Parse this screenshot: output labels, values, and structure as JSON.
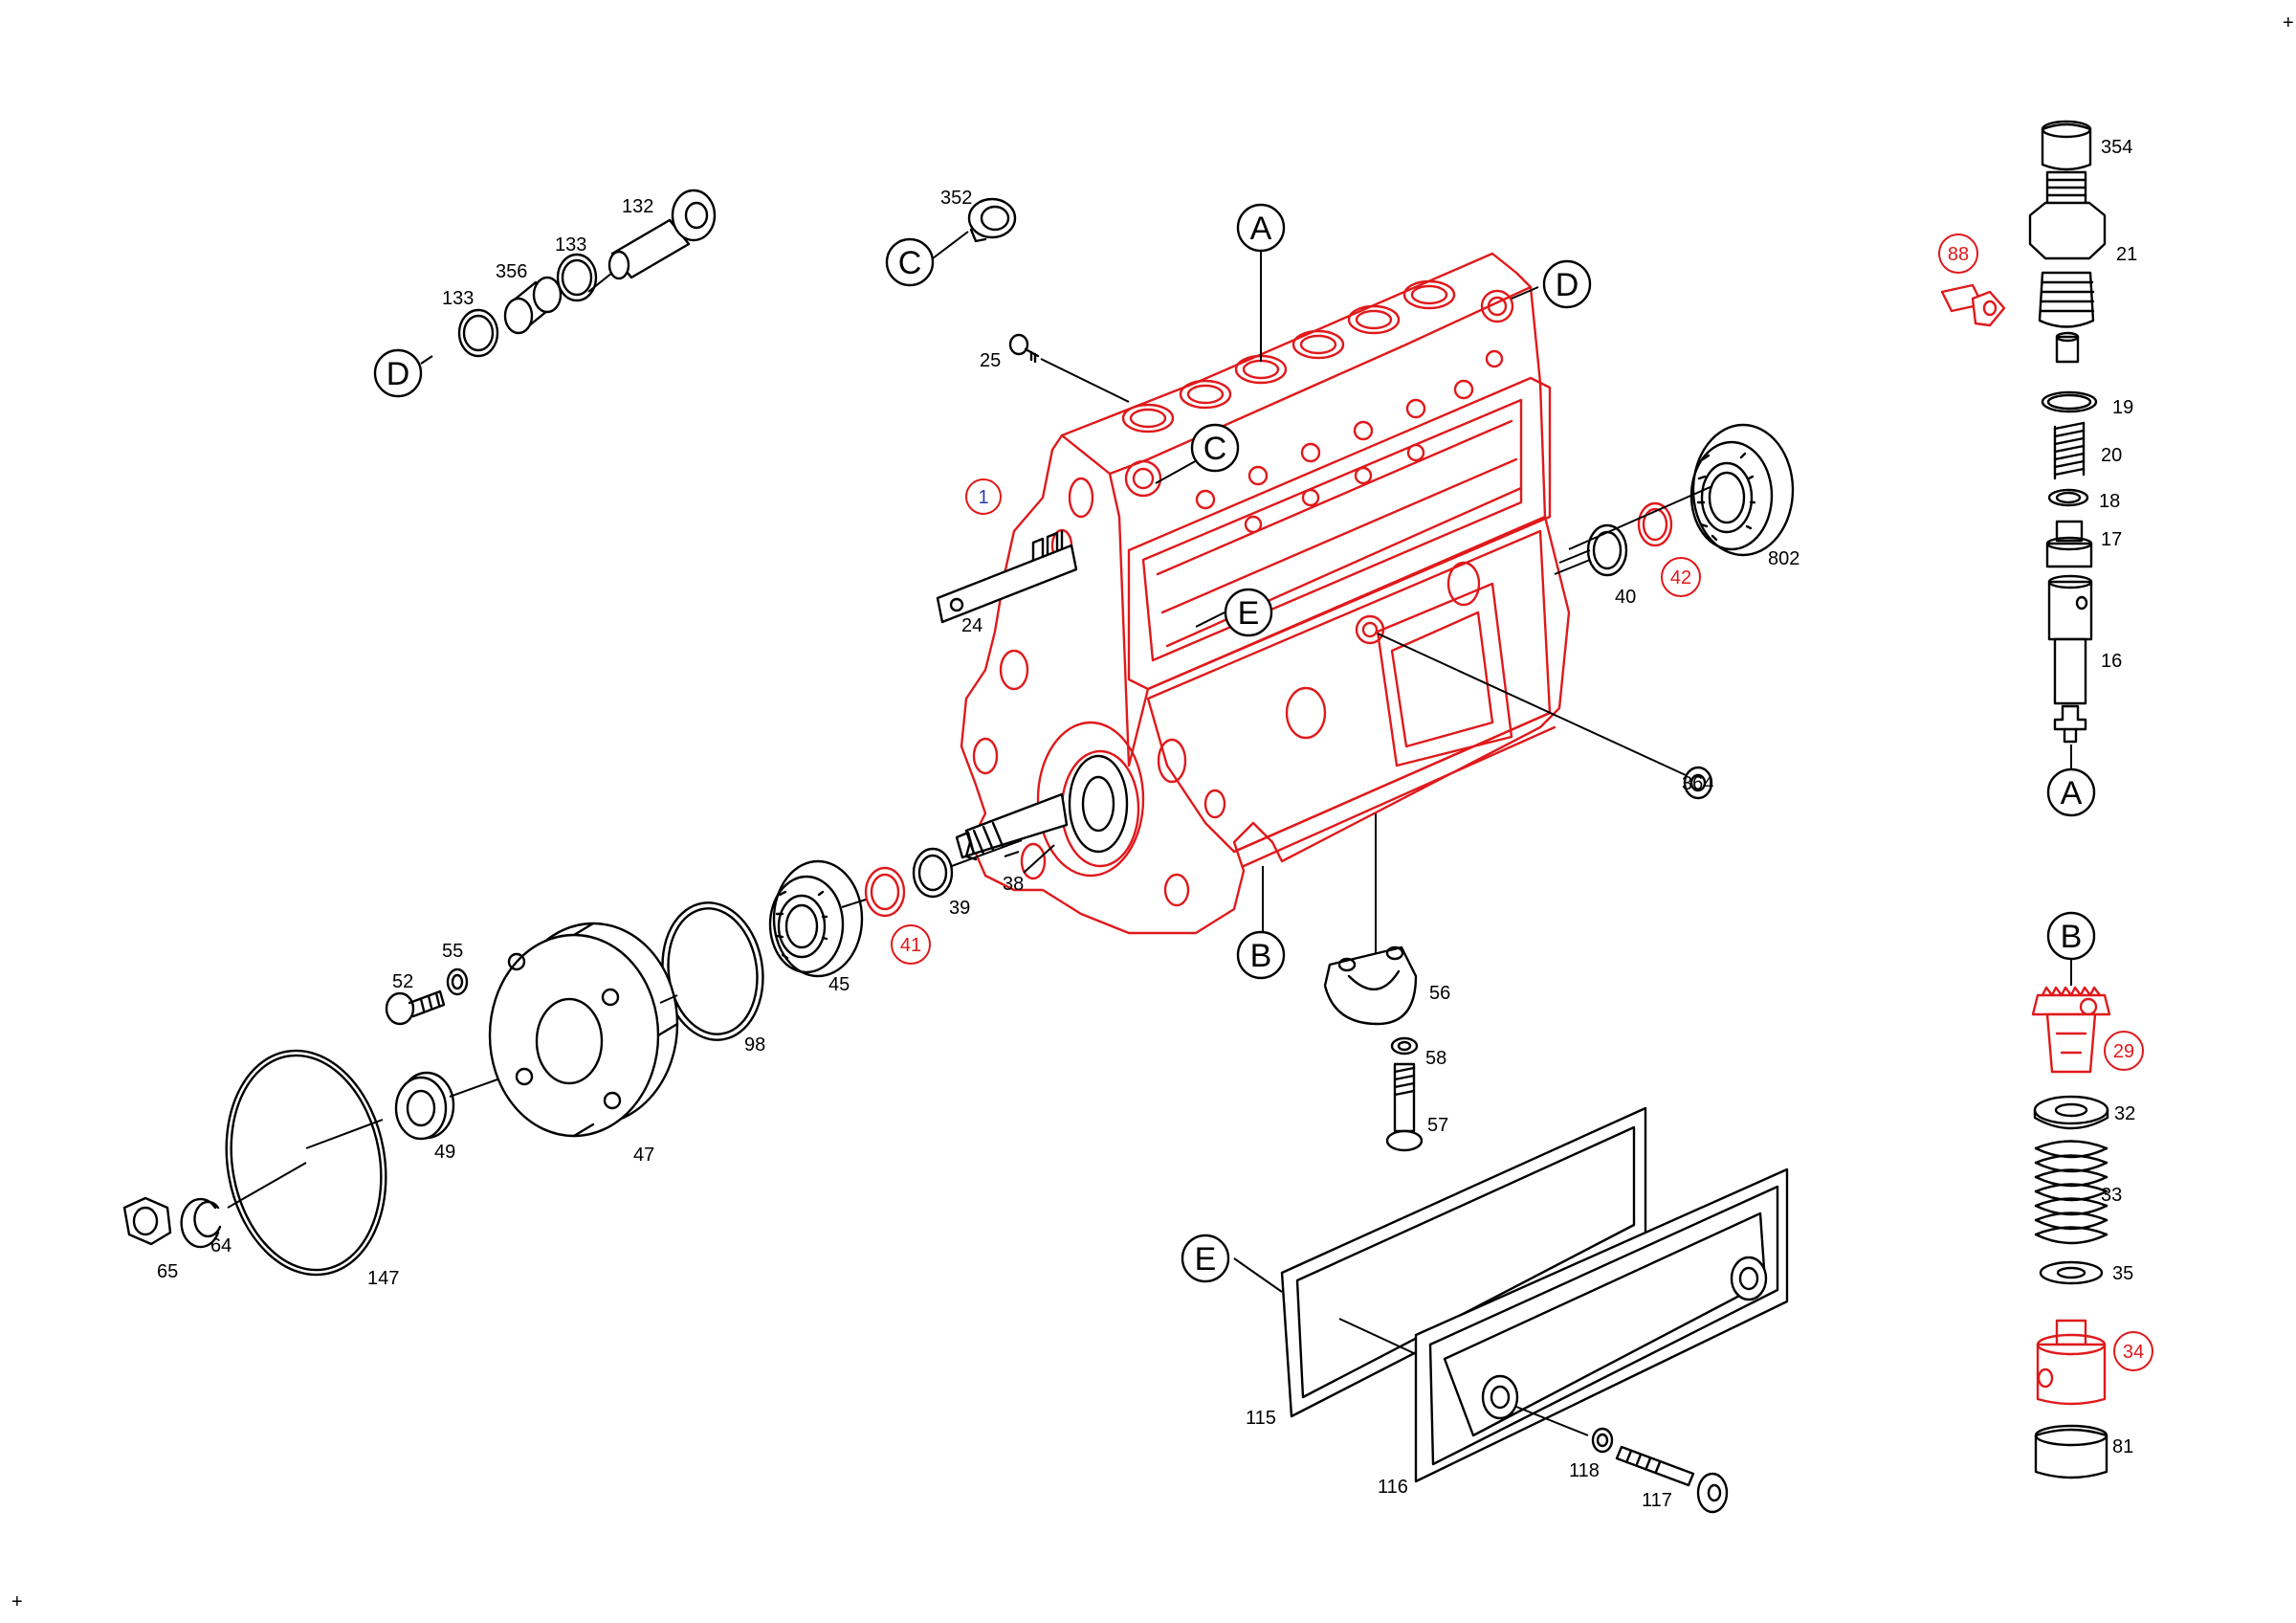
{
  "diagram": {
    "corner_marks": [
      "+",
      "+"
    ],
    "reference_markers": {
      "A_top": "A",
      "B_body": "B",
      "C_top": "C",
      "C_body": "C",
      "D_top": "D",
      "D_body": "D",
      "E_body": "E",
      "E_cover": "E",
      "A_column": "A",
      "B_column": "B"
    },
    "parts": {
      "p1": "1",
      "p16": "16",
      "p17": "17",
      "p18": "18",
      "p19": "19",
      "p20": "20",
      "p21": "21",
      "p24": "24",
      "p25": "25",
      "p29": "29",
      "p32": "32",
      "p33": "33",
      "p34": "34",
      "p35": "35",
      "p38": "38",
      "p39": "39",
      "p40": "40",
      "p41": "41",
      "p42": "42",
      "p45": "45",
      "p47": "47",
      "p49": "49",
      "p52": "52",
      "p55": "55",
      "p56": "56",
      "p57": "57",
      "p58": "58",
      "p64": "64",
      "p65": "65",
      "p81": "81",
      "p88": "88",
      "p98": "98",
      "p115": "115",
      "p116": "116",
      "p117": "117",
      "p118": "118",
      "p132": "132",
      "p133a": "133",
      "p133b": "133",
      "p147": "147",
      "p352": "352",
      "p354": "354",
      "p356": "356",
      "p364": "364",
      "p802": "802"
    },
    "colors": {
      "line": "#000000",
      "highlight": "#e0191b",
      "housing_label": "#2b3fb0",
      "background": "#ffffff"
    }
  }
}
